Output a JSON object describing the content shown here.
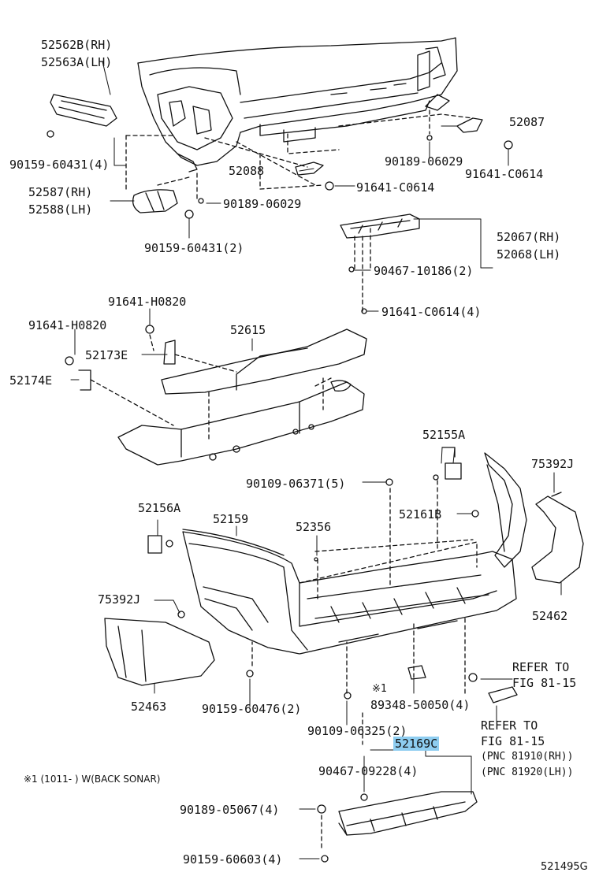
{
  "labels": {
    "l52562b": "52562B(RH)",
    "l52563a": "52563A(LH)",
    "l90159_60431_4": "90159-60431(4)",
    "l52088": "52088",
    "l91641_c0614_a": "91641-C0614",
    "l52087": "52087",
    "l90189_06029_a": "90189-06029",
    "l91641_c0614_b": "91641-C0614",
    "l52587": "52587(RH)",
    "l52588": "52588(LH)",
    "l90189_06029_b": "90189-06029",
    "l90159_60431_2": "90159-60431(2)",
    "l52067": "52067(RH)",
    "l52068": "52068(LH)",
    "l90467_10186": "90467-10186(2)",
    "l91641_c0614_4": "91641-C0614(4)",
    "l91641_h0820_a": "91641-H0820",
    "l91641_h0820_b": "91641-H0820",
    "l52615": "52615",
    "l52173e": "52173E",
    "l52174e": "52174E",
    "l52155a": "52155A",
    "l75392j_a": "75392J",
    "l90109_06371": "90109-06371(5)",
    "l52161b": "52161B",
    "l52156a": "52156A",
    "l52159": "52159",
    "l52356": "52356",
    "l52462": "52462",
    "l75392j_b": "75392J",
    "l52463": "52463",
    "l90159_60476": "90159-60476(2)",
    "l_note_mark": "※1",
    "l89348_50050": "89348-50050(4)",
    "l90109_06325": "90109-06325(2)",
    "l_refer_a1": "REFER TO",
    "l_refer_a2": "FIG 81-15",
    "l_refer_b1": "REFER TO",
    "l_refer_b2": "FIG 81-15",
    "l_pnc1": "(PNC 81910(RH))",
    "l_pnc2": "(PNC 81920(LH))",
    "l52169c": "52169C",
    "l90467_09228": "90467-09228(4)",
    "l_note_sonar": "※1 (1011-      ) W(BACK SONAR)",
    "l90189_05067": "90189-05067(4)",
    "l90159_60603": "90159-60603(4)",
    "l_figcode": "521495G"
  },
  "highlight": {
    "part": "52169C",
    "color": "#8ecdf0"
  }
}
